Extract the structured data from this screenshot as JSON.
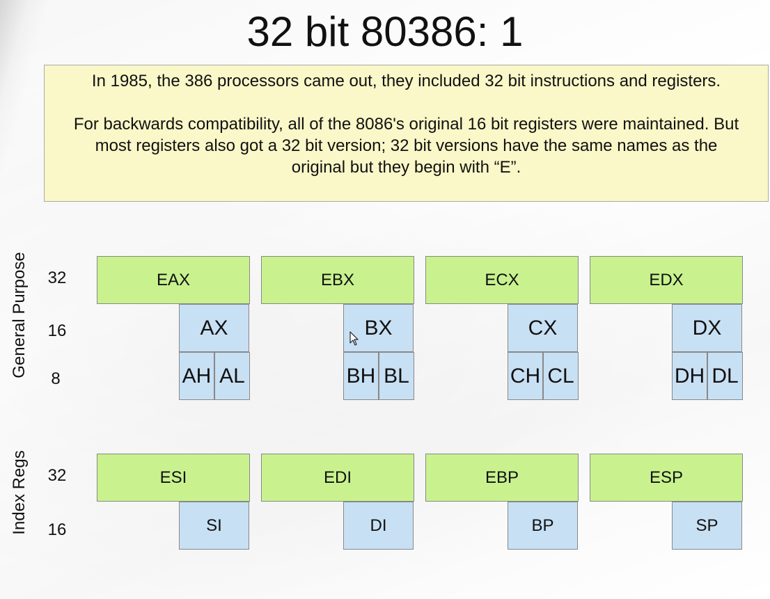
{
  "title": "32 bit 80386: 1",
  "note": {
    "paragraph1": "In 1985, the 386 processors came out, they included 32 bit instructions and registers.",
    "paragraph2": "For backwards compatibility, all of the 8086's original 16 bit registers were maintained. But most registers also got a 32 bit version; 32 bit versions have the same names as the original but they begin with “E”."
  },
  "general_purpose": {
    "group_label": "General Purpose",
    "row_labels": [
      "32",
      "16",
      "8"
    ],
    "registers": [
      {
        "r32": "EAX",
        "r16": "AX",
        "high8": "AH",
        "low8": "AL"
      },
      {
        "r32": "EBX",
        "r16": "BX",
        "high8": "BH",
        "low8": "BL"
      },
      {
        "r32": "ECX",
        "r16": "CX",
        "high8": "CH",
        "low8": "CL"
      },
      {
        "r32": "EDX",
        "r16": "DX",
        "high8": "DH",
        "low8": "DL"
      }
    ]
  },
  "index_regs": {
    "group_label": "Index Regs",
    "row_labels": [
      "32",
      "16"
    ],
    "registers": [
      {
        "r32": "ESI",
        "r16": "SI"
      },
      {
        "r32": "EDI",
        "r16": "DI"
      },
      {
        "r32": "EBP",
        "r16": "BP"
      },
      {
        "r32": "ESP",
        "r16": "SP"
      }
    ]
  },
  "colors": {
    "reg32_fill": "#c9f28f",
    "reg16_fill": "#c8e0f4",
    "note_fill": "#faf7c8"
  },
  "icons": [
    "mouse-pointer-icon"
  ]
}
